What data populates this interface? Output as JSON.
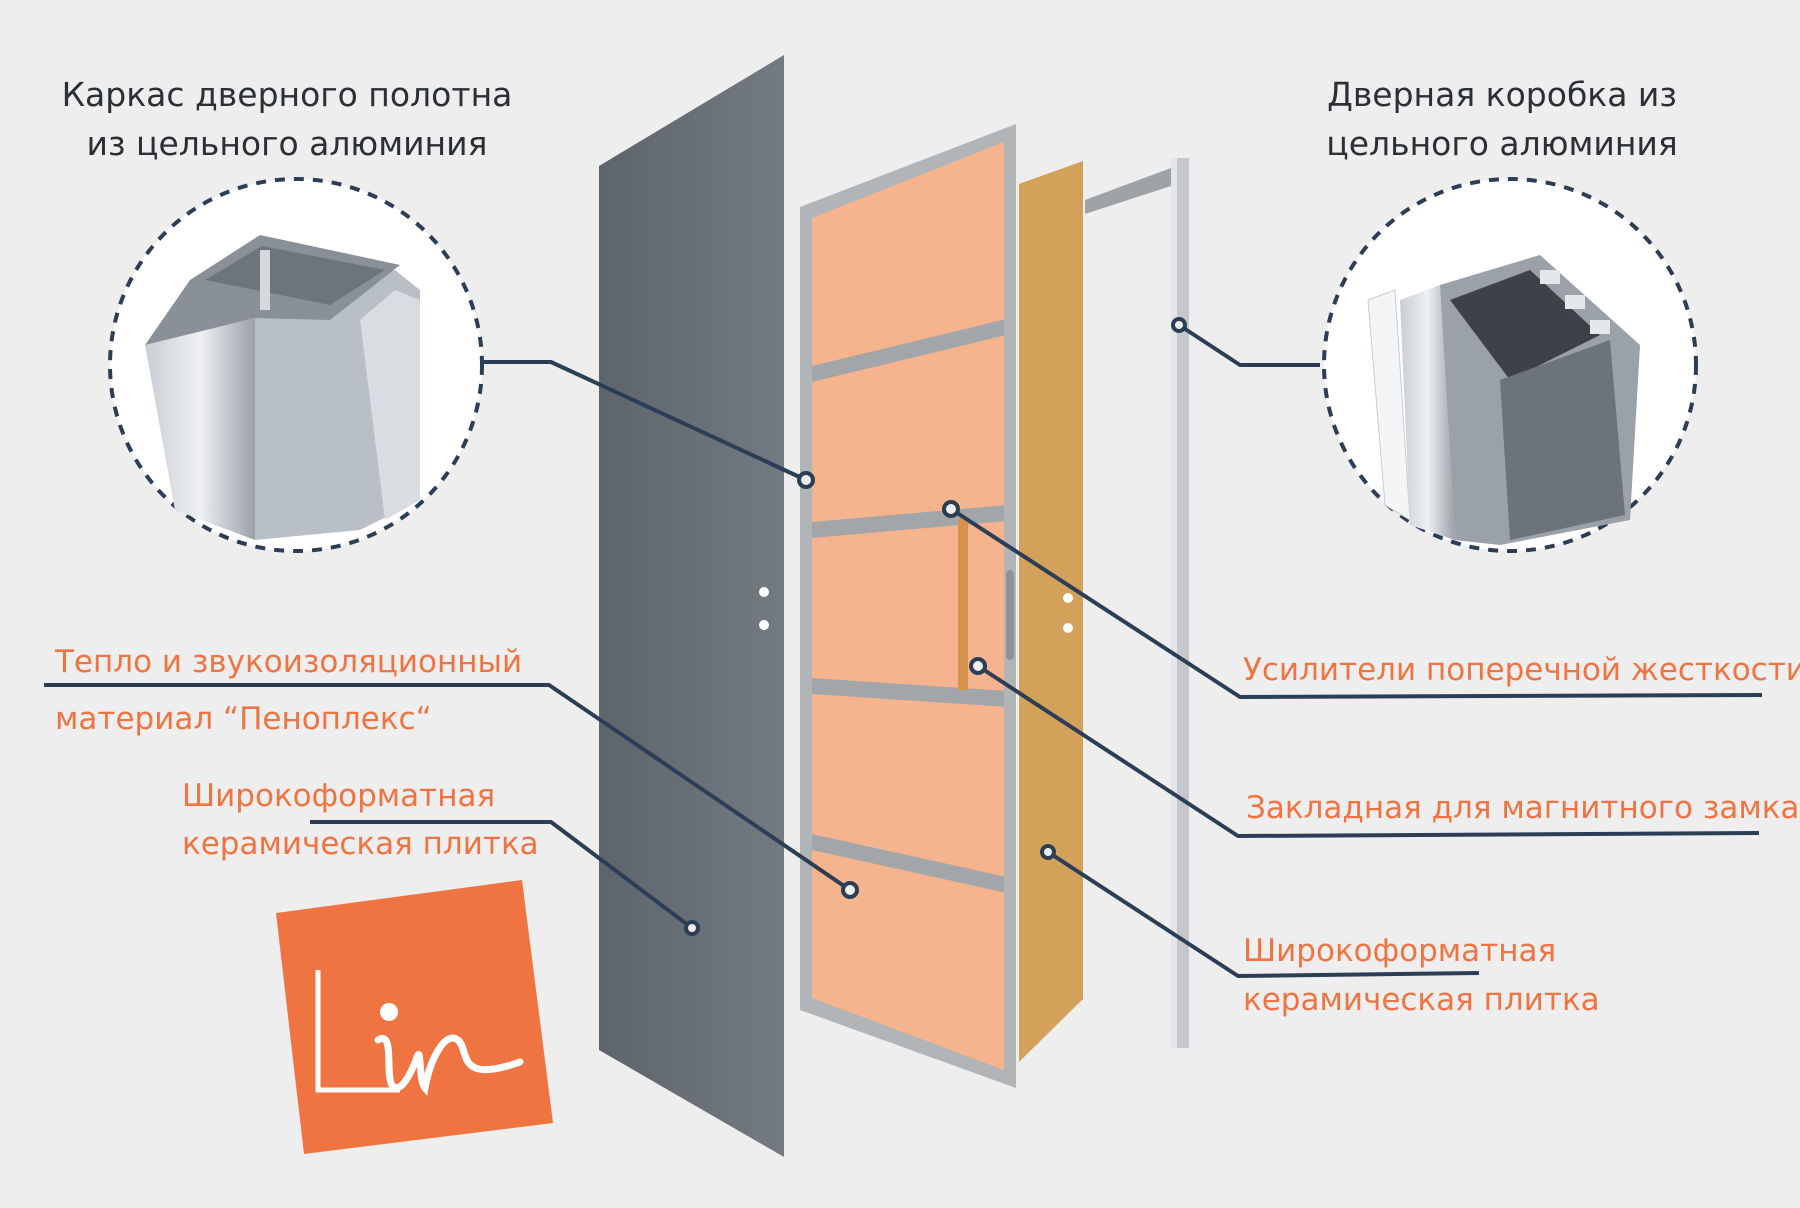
{
  "titles": {
    "left": [
      "Каркас дверного полотна",
      "из цельного алюминия"
    ],
    "right": [
      "Дверная коробка из",
      "цельного алюминия"
    ]
  },
  "labels": {
    "insulation": [
      "Тепло и звукоизоляционный",
      "материал “Пеноплекс“"
    ],
    "tile_left": [
      "Широкоформатная",
      "керамическая плитка"
    ],
    "stiffeners": "Усилители поперечной жесткости",
    "magnet_lock": "Закладная для магнитного замка",
    "tile_right": [
      "Широкоформатная",
      "керамическая плитка"
    ]
  },
  "logo": {
    "text": "in"
  },
  "colors": {
    "accent": "#f07442",
    "line": "#2c3e55",
    "background": "#eeeeee"
  }
}
